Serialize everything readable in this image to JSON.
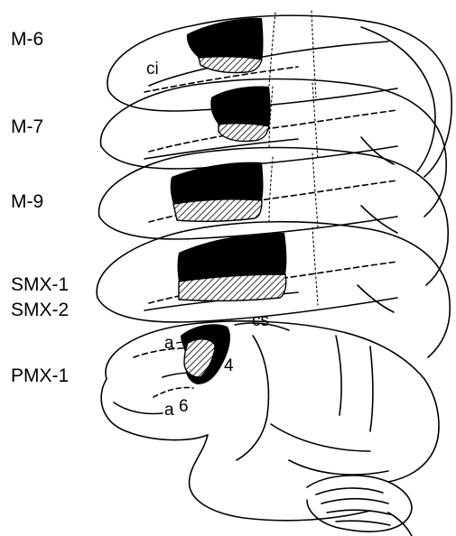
{
  "cases": [
    {
      "label": "M-6"
    },
    {
      "label": "M-7"
    },
    {
      "label": "M-9"
    },
    {
      "label": "SMX-1"
    },
    {
      "label": "SMX-2"
    },
    {
      "label": "PMX-1"
    }
  ],
  "sulcus_labels": {
    "ci": "ci",
    "cs": "cs",
    "a_upper": "a",
    "a_lower": "a",
    "area_4": "4",
    "area_6": "6"
  },
  "colors": {
    "ink": "#000000",
    "background": "#ffffff",
    "lesion_fill": "#000000",
    "hatched_region": "#000000"
  }
}
